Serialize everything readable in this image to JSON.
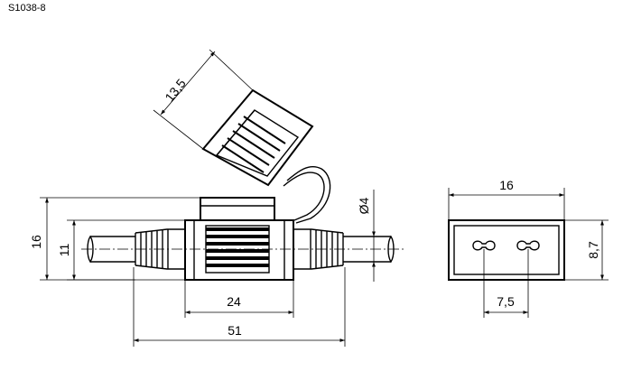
{
  "part_code": "S1038-8",
  "dimensions": {
    "cover_height": "13,5",
    "total_height": "16",
    "body_height": "11",
    "wire_diameter": "Ø4",
    "body_length": "24",
    "total_length": "51",
    "end_width": "16",
    "end_height": "8,7",
    "terminal_pitch": "7,5"
  }
}
